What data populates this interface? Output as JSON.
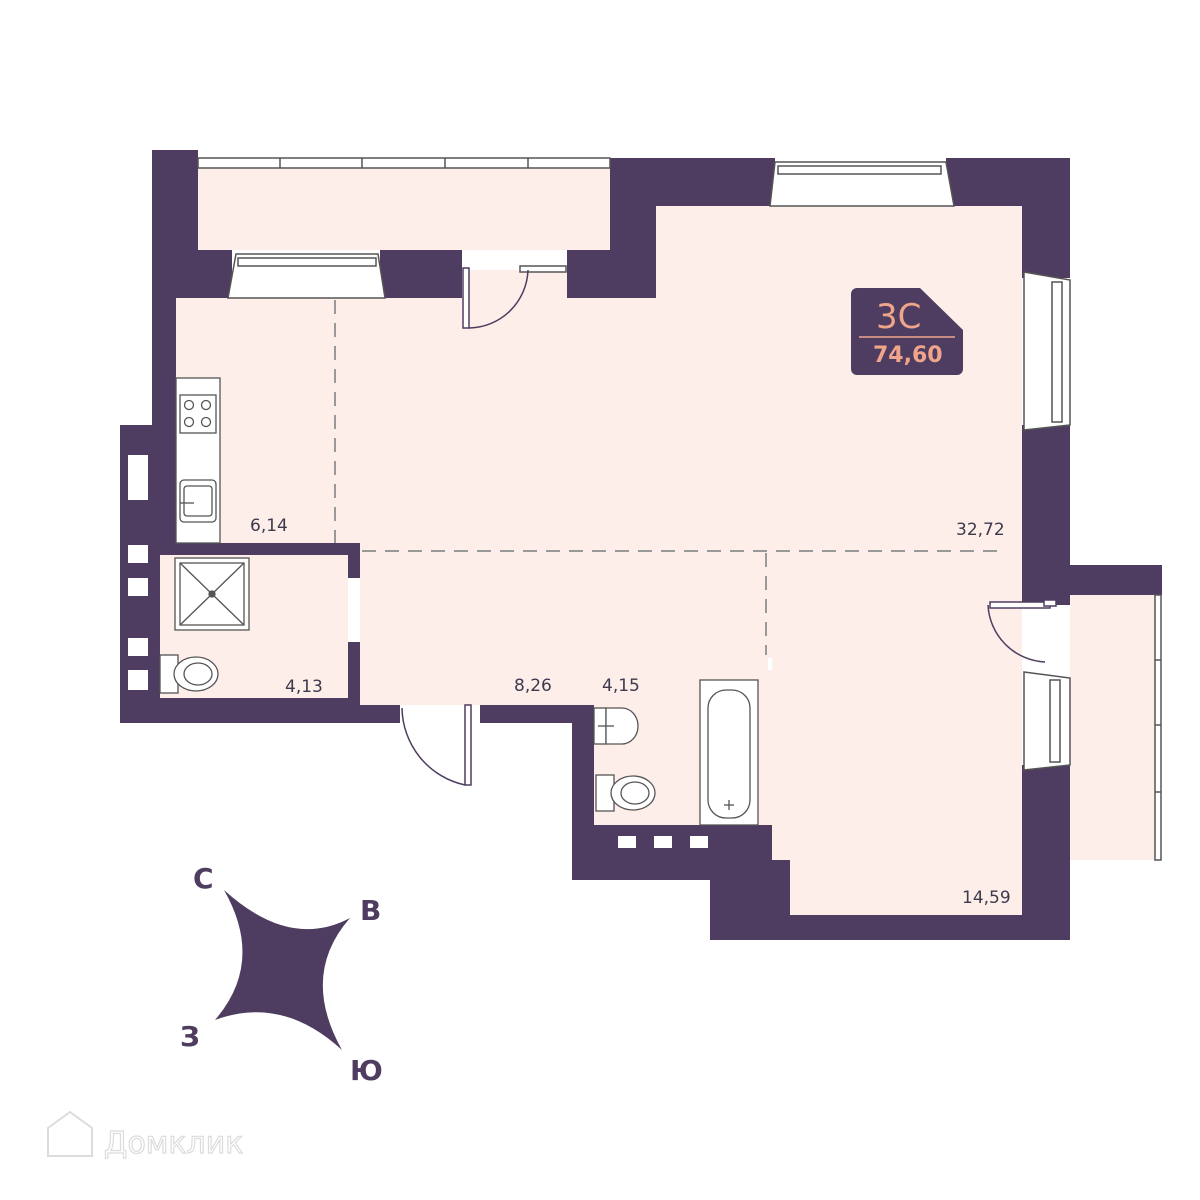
{
  "apartment": {
    "type_label": "3С",
    "total_area": "74,60"
  },
  "rooms": [
    {
      "id": "kitchen",
      "area": "6,14"
    },
    {
      "id": "living",
      "area": "32,72"
    },
    {
      "id": "bathroom-left",
      "area": "4,13"
    },
    {
      "id": "hall",
      "area": "8,26"
    },
    {
      "id": "bathroom-right",
      "area": "4,15"
    },
    {
      "id": "bedroom",
      "area": "14,59"
    }
  ],
  "compass": {
    "north": "С",
    "east": "В",
    "west": "З",
    "south": "Ю"
  },
  "watermark": {
    "text": "Домклик"
  },
  "colors": {
    "wall": "#4e3d60",
    "floor": "#fdeee9",
    "accent": "#f0a58a"
  }
}
